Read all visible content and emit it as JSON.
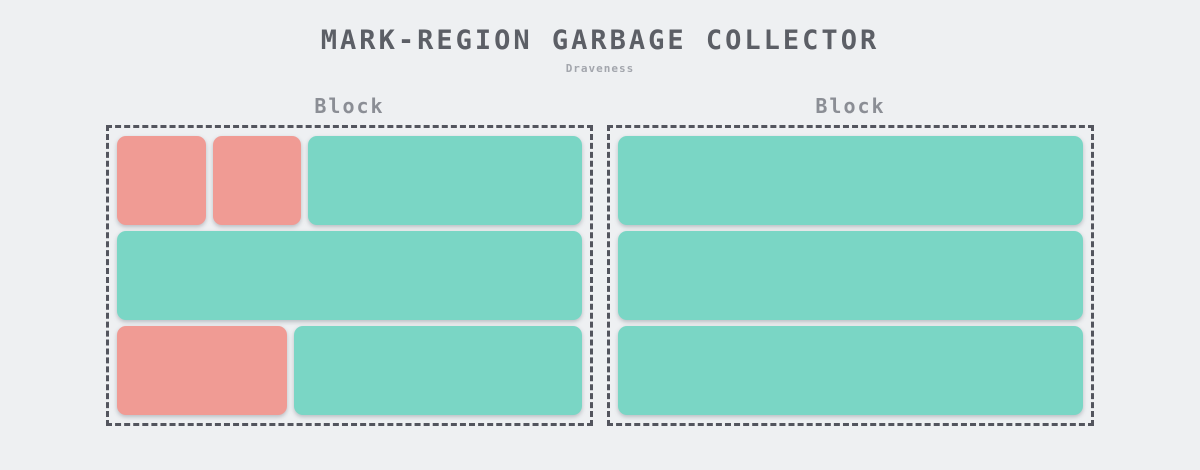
{
  "header": {
    "title": "MARK-REGION GARBAGE COLLECTOR",
    "subtitle": "Draveness"
  },
  "colors": {
    "background": "#eef0f2",
    "teal": "#7ad6c5",
    "salmon": "#f09b94",
    "dash_border": "#53555e",
    "title_text": "#5c5f66",
    "subtitle_text": "#a3a6ad",
    "label_text": "#8b8e95"
  },
  "blocks": [
    {
      "label": "Block",
      "rows": [
        [
          {
            "color": "salmon",
            "width": 89
          },
          {
            "color": "salmon",
            "width": 88
          },
          {
            "color": "teal",
            "width": null
          }
        ],
        [
          {
            "color": "teal",
            "width": null
          }
        ],
        [
          {
            "color": "salmon",
            "width": 170
          },
          {
            "color": "teal",
            "width": null
          }
        ]
      ]
    },
    {
      "label": "Block",
      "rows": [
        [
          {
            "color": "teal",
            "width": null
          }
        ],
        [
          {
            "color": "teal",
            "width": null
          }
        ],
        [
          {
            "color": "teal",
            "width": null
          }
        ]
      ]
    }
  ]
}
